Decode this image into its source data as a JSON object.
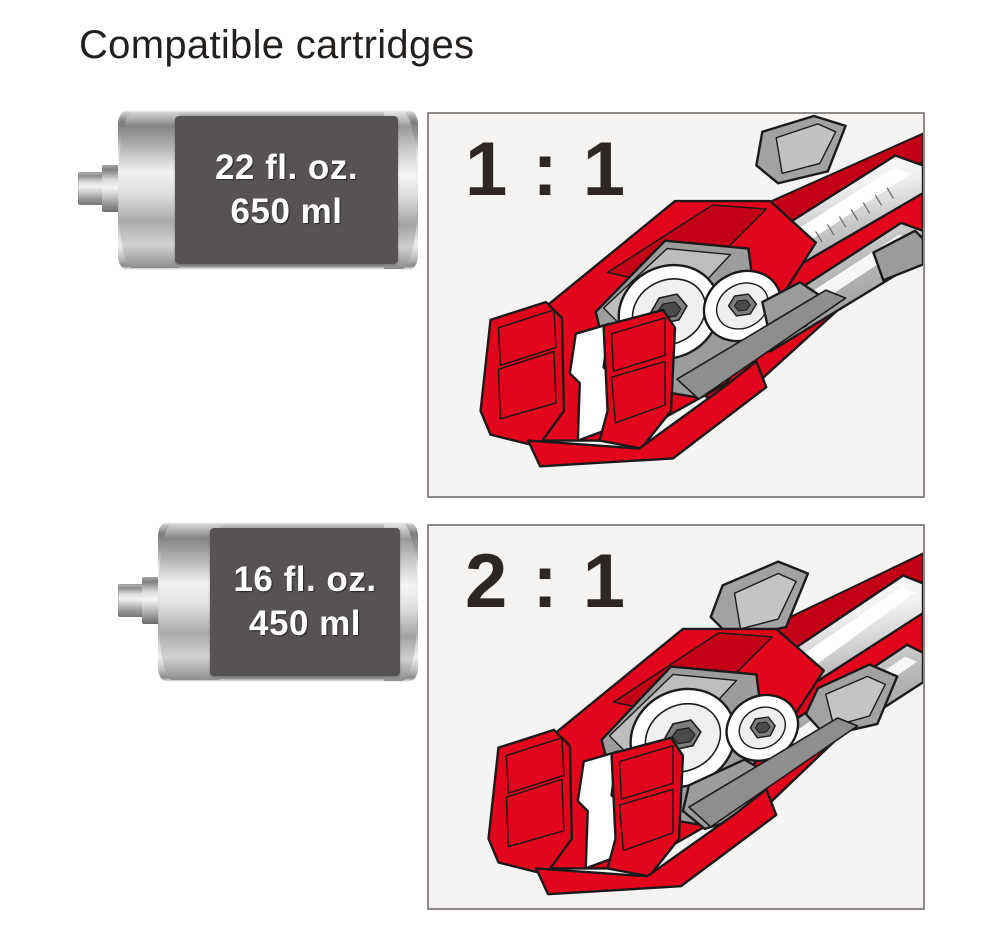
{
  "page": {
    "title": "Compatible cartridges",
    "background_color": "#ffffff"
  },
  "colors": {
    "brand_red": "#e3051b",
    "red_shade": "#b00010",
    "metal_gray": "#9a9a9a",
    "dark_label": "#565352",
    "text_dark": "#231f1d",
    "panel_bg": "#f5f4f3",
    "panel_border": "#8f8a87"
  },
  "rows": [
    {
      "cartridge": {
        "name": "cartridge-22oz",
        "volume_imperial": "22 fl. oz.",
        "volume_metric": "650 ml"
      },
      "panel": {
        "ratio": "1 : 1",
        "illustration": "dual-cartridge-carriage-1to1"
      }
    },
    {
      "cartridge": {
        "name": "cartridge-16oz",
        "volume_imperial": "16 fl. oz.",
        "volume_metric": "450 ml"
      },
      "panel": {
        "ratio": "2 : 1",
        "illustration": "dual-cartridge-carriage-2to1"
      }
    }
  ]
}
